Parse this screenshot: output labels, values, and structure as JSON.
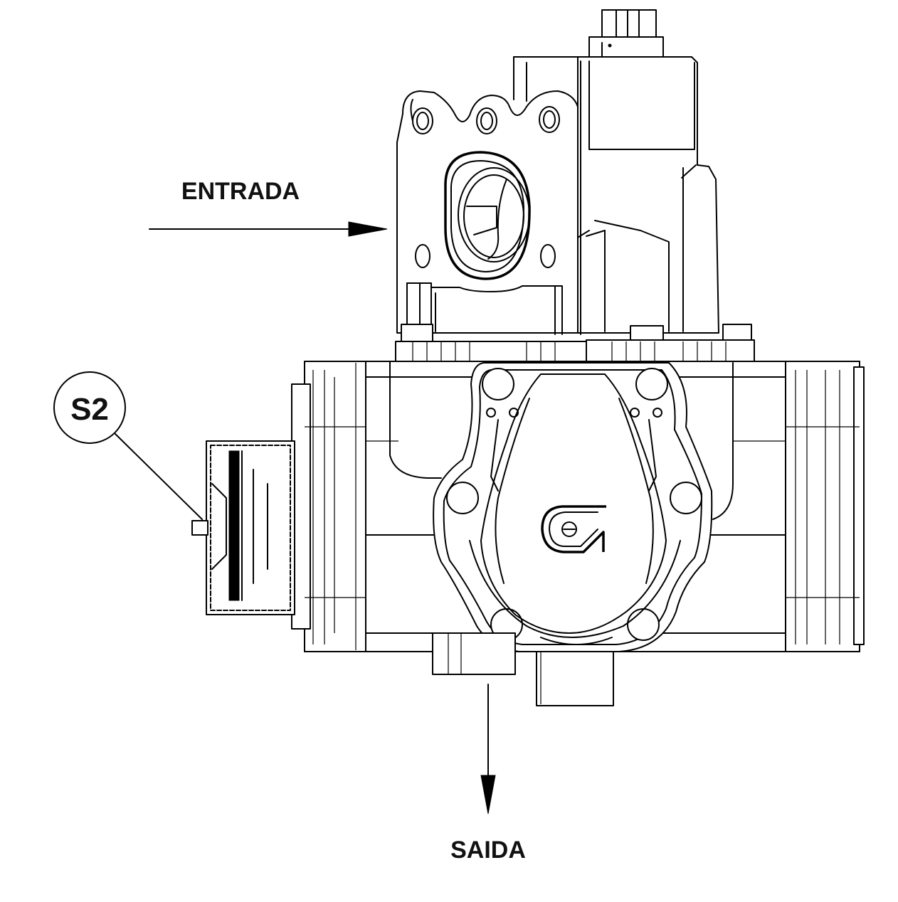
{
  "labels": {
    "inlet": "ENTRADA",
    "outlet": "SAIDA",
    "callout": "S2"
  }
}
